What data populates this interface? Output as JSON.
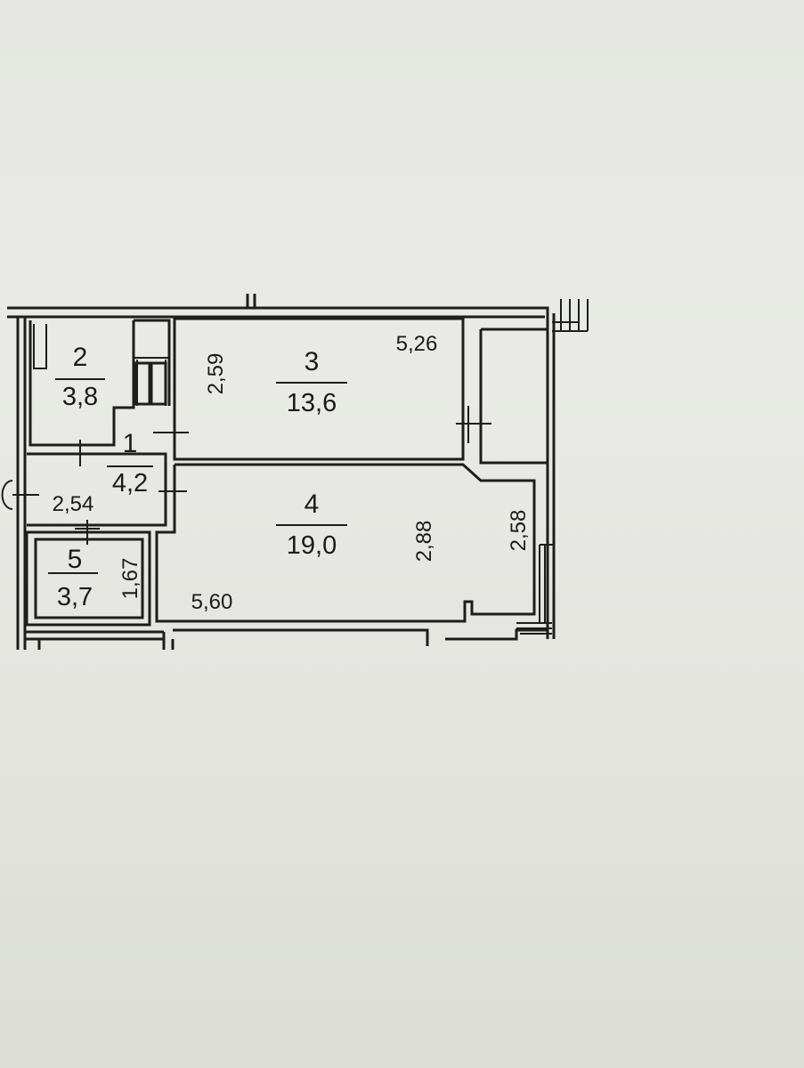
{
  "rooms": [
    {
      "number": "1",
      "area": "4,2"
    },
    {
      "number": "2",
      "area": "3,8"
    },
    {
      "number": "3",
      "area": "13,6"
    },
    {
      "number": "4",
      "area": "19,0"
    },
    {
      "number": "5",
      "area": "3,7"
    }
  ],
  "dimensions": {
    "room3_height": "2,59",
    "room3_width": "5,26",
    "room1_width": "2,54",
    "room4_height": "2,88",
    "balcony_height": "2,58",
    "room5_height": "1,67",
    "room4_width": "5,60"
  }
}
